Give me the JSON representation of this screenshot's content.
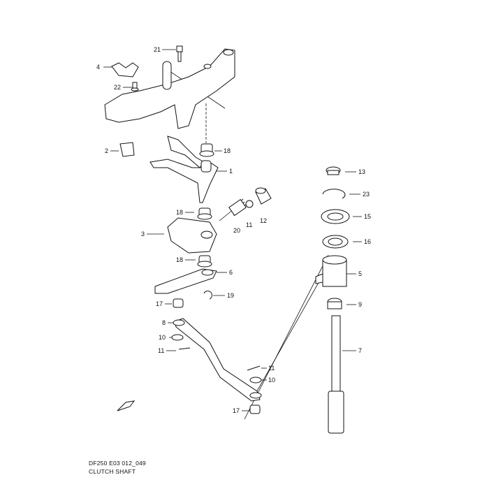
{
  "diagram": {
    "code": "DF250 E03 012_049",
    "title": "CLUTCH SHAFT",
    "callouts": [
      "21",
      "4",
      "22",
      "2",
      "18",
      "1",
      "13",
      "23",
      "18",
      "20",
      "11",
      "12",
      "15",
      "3",
      "16",
      "18",
      "6",
      "5",
      "17",
      "19",
      "9",
      "8",
      "7",
      "10",
      "11",
      "11",
      "10",
      "17"
    ]
  }
}
